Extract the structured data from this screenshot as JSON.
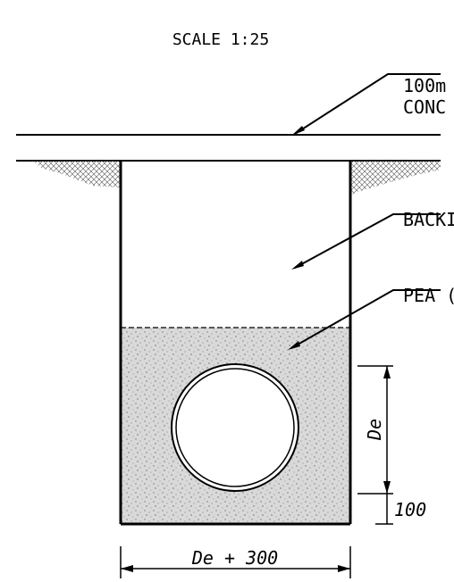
{
  "drawing": {
    "scale_label": "SCALE  1:25",
    "callouts": {
      "concrete_line1": "100m",
      "concrete_line2": "CONC",
      "backfill": "BACKI",
      "pea_gravel": "PEA  ("
    },
    "dimensions": {
      "pipe_diameter": "De",
      "bedding_depth": "100",
      "trench_width": "De  +  300"
    },
    "colors": {
      "line": "#000000",
      "fill": "#d9d9d9",
      "background": "#ffffff"
    }
  }
}
